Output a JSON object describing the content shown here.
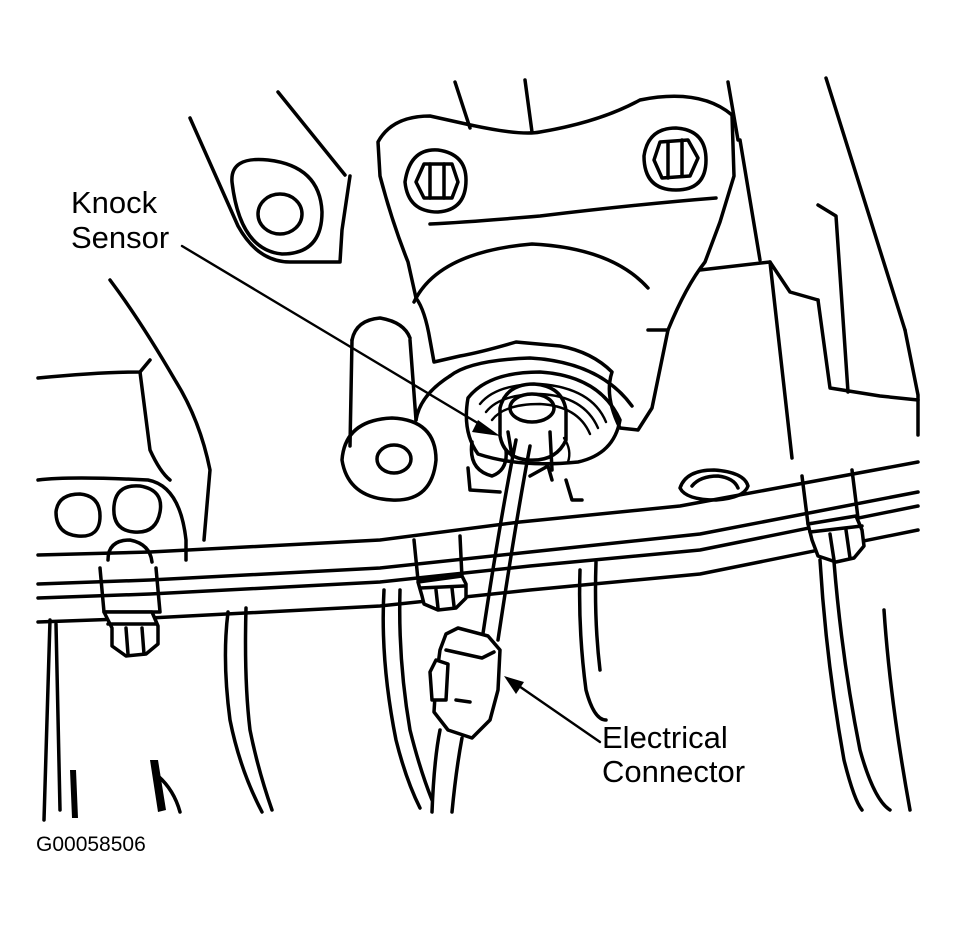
{
  "labels": {
    "knock_sensor_line1": "Knock",
    "knock_sensor_line2": "Sensor",
    "electrical_connector_line1": "Electrical",
    "electrical_connector_line2": "Connector"
  },
  "figure_id": "G00058506"
}
